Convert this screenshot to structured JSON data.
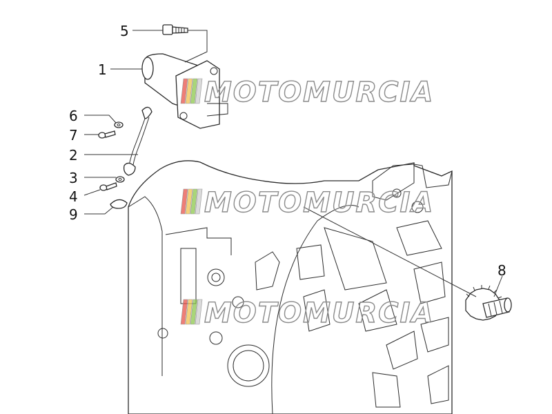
{
  "callouts": [
    {
      "label": "1"
    },
    {
      "label": "2"
    },
    {
      "label": "3"
    },
    {
      "label": "4"
    },
    {
      "label": "5"
    },
    {
      "label": "6"
    },
    {
      "label": "7"
    },
    {
      "label": "8"
    },
    {
      "label": "9"
    }
  ],
  "watermark": {
    "text": "MOTOMURCIA",
    "stripe_colors": [
      "#e8534a",
      "#f2c14e",
      "#8cc84b",
      "#cfcfcf"
    ]
  },
  "colors": {
    "line": "#2a2a2a",
    "label": "#111111",
    "background": "#ffffff"
  }
}
